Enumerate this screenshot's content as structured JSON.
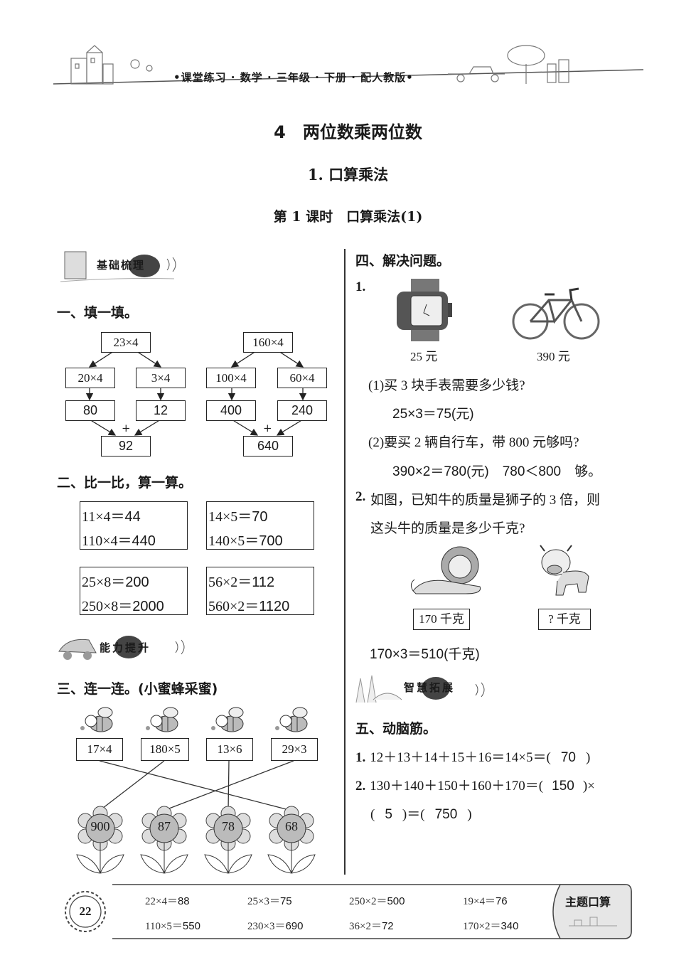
{
  "header": {
    "series": "•课堂练习 · 数学 · 三年级 · 下册 · 配人教版•"
  },
  "titles": {
    "unit": "4　两位数乘两位数",
    "section": "1. 口算乘法",
    "lesson": "第 1 课时　口算乘法(1)"
  },
  "badges": {
    "basic": "基础梳理",
    "ability": "能力提升",
    "wisdom": "智慧拓展"
  },
  "part1": {
    "heading": "一、填一填。",
    "tree_a": {
      "top": "23×4",
      "left": "20×4",
      "right": "3×4",
      "left_val": "80",
      "right_val": "12",
      "plus": "+",
      "sum": "92"
    },
    "tree_b": {
      "top": "160×4",
      "left": "100×4",
      "right": "60×4",
      "left_val": "400",
      "right_val": "240",
      "plus": "+",
      "sum": "640"
    }
  },
  "part2": {
    "heading": "二、比一比，算一算。",
    "boxes": [
      {
        "q1": "11×4＝",
        "a1": "44",
        "q2": "110×4＝",
        "a2": "440"
      },
      {
        "q1": "14×5＝",
        "a1": "70",
        "q2": "140×5＝",
        "a2": "700"
      },
      {
        "q1": "25×8＝",
        "a1": "200",
        "q2": "250×8＝",
        "a2": "2000"
      },
      {
        "q1": "56×2＝",
        "a1": "112",
        "q2": "560×2＝",
        "a2": "1120"
      }
    ]
  },
  "part3": {
    "heading": "三、连一连。(小蜜蜂采蜜)",
    "bees": [
      "17×4",
      "180×5",
      "13×6",
      "29×3"
    ],
    "flowers": [
      "900",
      "87",
      "78",
      "68"
    ]
  },
  "part4": {
    "heading": "四、解决问题。",
    "q1_num": "1.",
    "watch_price": "25 元",
    "bike_price": "390 元",
    "q1_sub1": "(1)买 3 块手表需要多少钱?",
    "q1_ans1": "25×3＝75(元)",
    "q1_sub2": "(2)要买 2 辆自行车，带 800 元够吗?",
    "q1_ans2": "390×2＝780(元)　780＜800　够。",
    "q2_num": "2.",
    "q2_text_a": "如图，已知牛的质量是狮子的 3 倍，则",
    "q2_text_b": "这头牛的质量是多少千克?",
    "lion_label": "170 千克",
    "cow_label": "? 千克",
    "q2_ans": "170×3＝510(千克)"
  },
  "part5": {
    "heading": "五、动脑筋。",
    "q1_num": "1.",
    "q1": "12＋13＋14＋15＋16＝14×5＝(",
    "q1_ans": "70",
    "q1_end": ")",
    "q2_num": "2.",
    "q2": "130＋140＋150＋160＋170＝(",
    "q2_ans1": "150",
    "q2_mid": ")×",
    "q2_line2_open": "(",
    "q2_ans2": "5",
    "q2_line2_mid": ")＝(",
    "q2_ans3": "750",
    "q2_line2_end": ")"
  },
  "footer": {
    "page": "22",
    "tag": "主题口算",
    "items": [
      {
        "q": "22×4＝",
        "a": "88"
      },
      {
        "q": "25×3＝",
        "a": "75"
      },
      {
        "q": "250×2＝",
        "a": "500"
      },
      {
        "q": "19×4＝",
        "a": "76"
      },
      {
        "q": "110×5＝",
        "a": "550"
      },
      {
        "q": "230×3＝",
        "a": "690"
      },
      {
        "q": "36×2＝",
        "a": "72"
      },
      {
        "q": "170×2＝",
        "a": "340"
      }
    ]
  }
}
